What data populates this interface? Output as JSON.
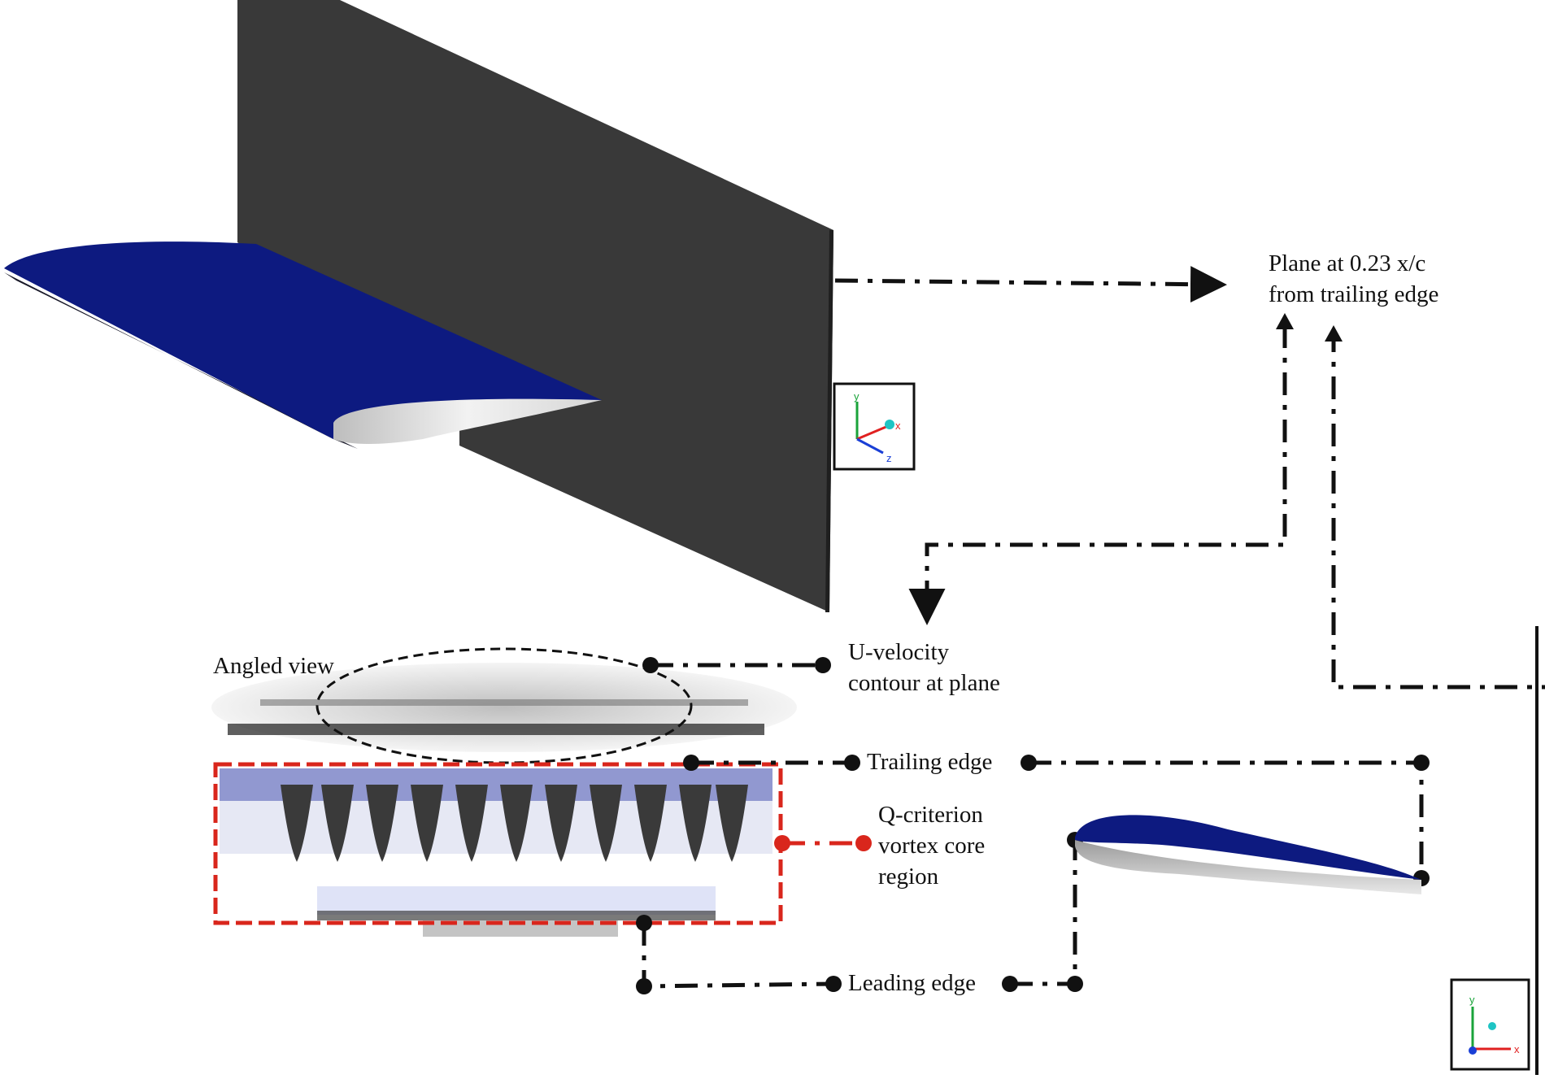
{
  "labels": {
    "plane": [
      "Plane at 0.23 x/c",
      "from trailing edge"
    ],
    "angled_view": "Angled view",
    "u_velocity": [
      "U-velocity",
      "contour at plane"
    ],
    "trailing_edge": "Trailing edge",
    "q_criterion": [
      "Q-criterion",
      "vortex core",
      "region"
    ],
    "leading_edge": "Leading edge"
  },
  "axes_top": {
    "y": "y",
    "x": "x",
    "z": "z"
  },
  "axes_bottom": {
    "y": "y",
    "x": "x"
  },
  "colors": {
    "wing": "#0d1a80",
    "plane": "#383838",
    "connector": "#111111",
    "highlight": "#d9261c",
    "axis_y": "#1aa33a",
    "axis_x": "#e02020",
    "axis_z": "#1a3fd6",
    "axis_origin": "#1fc4c4"
  }
}
